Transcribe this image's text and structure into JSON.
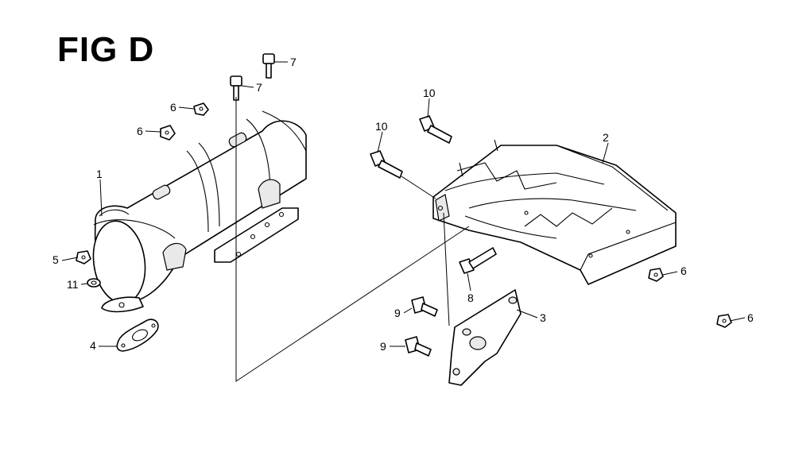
{
  "title": "FIG D",
  "callouts": [
    {
      "id": "c1",
      "label": "1"
    },
    {
      "id": "c2",
      "label": "2"
    },
    {
      "id": "c3",
      "label": "3"
    },
    {
      "id": "c4",
      "label": "4"
    },
    {
      "id": "c5",
      "label": "5"
    },
    {
      "id": "c6a",
      "label": "6"
    },
    {
      "id": "c6b",
      "label": "6"
    },
    {
      "id": "c6c",
      "label": "6"
    },
    {
      "id": "c6d",
      "label": "6"
    },
    {
      "id": "c7a",
      "label": "7"
    },
    {
      "id": "c7b",
      "label": "7"
    },
    {
      "id": "c8",
      "label": "8"
    },
    {
      "id": "c9a",
      "label": "9"
    },
    {
      "id": "c9b",
      "label": "9"
    },
    {
      "id": "c10a",
      "label": "10"
    },
    {
      "id": "c10b",
      "label": "10"
    },
    {
      "id": "c11",
      "label": "11"
    }
  ]
}
